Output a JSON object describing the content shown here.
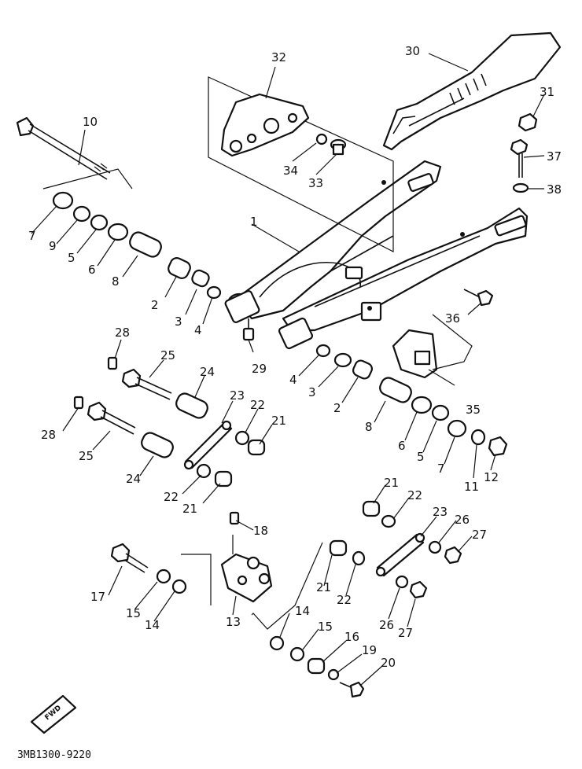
{
  "diagram": {
    "drawing_code": "3MB1300-9220",
    "direction_badge": "FWD",
    "callouts": [
      "1",
      "2",
      "3",
      "4",
      "5",
      "6",
      "7",
      "8",
      "9",
      "10",
      "11",
      "12",
      "13",
      "14",
      "15",
      "16",
      "17",
      "18",
      "19",
      "20",
      "21",
      "22",
      "23",
      "24",
      "25",
      "26",
      "27",
      "28",
      "29",
      "30",
      "31",
      "32",
      "33",
      "34",
      "35",
      "36",
      "37",
      "38"
    ],
    "callout_lines": [
      {
        "label": "2",
        "id": "l2a"
      },
      {
        "label": "3",
        "id": "l3a"
      },
      {
        "label": "4",
        "id": "l4a"
      },
      {
        "label": "4",
        "id": "l4b"
      },
      {
        "label": "3",
        "id": "l3b"
      },
      {
        "label": "2",
        "id": "l2b"
      },
      {
        "label": "14",
        "id": "l14a"
      },
      {
        "label": "15",
        "id": "l15a"
      },
      {
        "label": "14",
        "id": "l14b"
      },
      {
        "label": "15",
        "id": "l15b"
      },
      {
        "label": "21",
        "id": "l21a"
      },
      {
        "label": "22",
        "id": "l22a"
      },
      {
        "label": "21",
        "id": "l21b"
      },
      {
        "label": "22",
        "id": "l22b"
      },
      {
        "label": "21",
        "id": "l21c"
      },
      {
        "label": "22",
        "id": "l22c"
      },
      {
        "label": "23",
        "id": "l23a"
      },
      {
        "label": "23",
        "id": "l23b"
      },
      {
        "label": "24",
        "id": "l24a"
      },
      {
        "label": "24",
        "id": "l24b"
      },
      {
        "label": "25",
        "id": "l25a"
      },
      {
        "label": "25",
        "id": "l25b"
      },
      {
        "label": "26",
        "id": "l26a"
      },
      {
        "label": "27",
        "id": "l27a"
      },
      {
        "label": "26",
        "id": "l26b"
      },
      {
        "label": "27",
        "id": "l27b"
      },
      {
        "label": "28",
        "id": "l28a"
      },
      {
        "label": "28",
        "id": "l28b"
      }
    ]
  }
}
